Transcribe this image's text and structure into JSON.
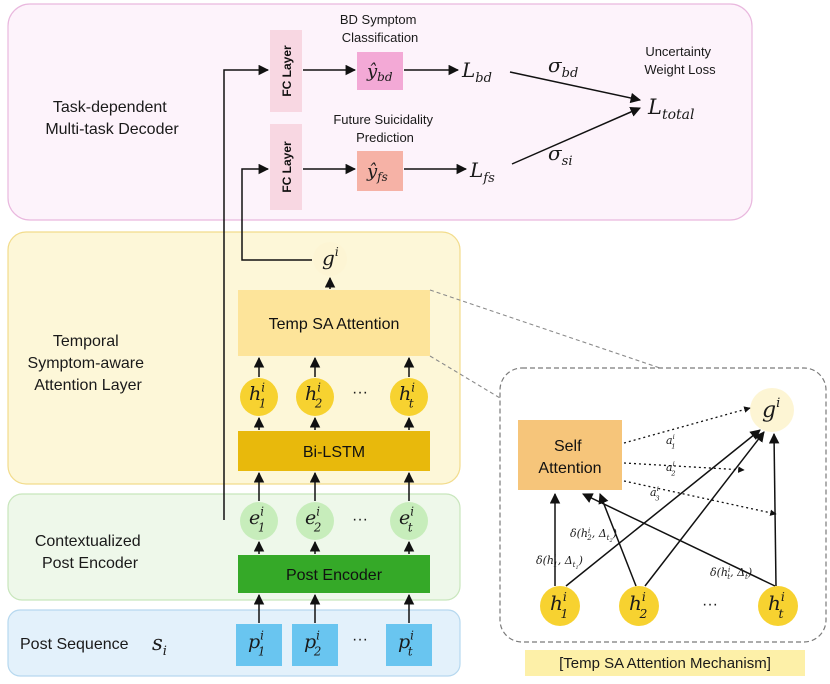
{
  "regions": {
    "decoder": "Task-dependent\nMulti-task Decoder",
    "attention": "Temporal\nSymptom-aware\nAttention Layer",
    "encoder": "Contextualized\nPost Encoder",
    "sequence": "Post Sequence",
    "sequence_symbol": "s",
    "sequence_sub": "i"
  },
  "decoder": {
    "fc_layer": "FC Layer",
    "bd_title": "BD Symptom\nClassification",
    "fs_title": "Future Suicidality\nPrediction",
    "uncertainty_title": "Uncertainty\nWeight Loss",
    "y_bd": "ŷ",
    "y_bd_sub": "bd",
    "y_fs": "ŷ",
    "y_fs_sub": "fs",
    "loss_bd": "L",
    "loss_bd_sub": "bd",
    "loss_fs": "L",
    "loss_fs_sub": "fs",
    "loss_total": "L",
    "loss_total_sub": "total",
    "sigma_bd": "σ",
    "sigma_bd_sub": "bd",
    "sigma_si": "σ",
    "sigma_si_sub": "si"
  },
  "attention_layer": {
    "g": "g",
    "g_sup": "i",
    "temp_sa": "Temp SA Attention",
    "bilstm": "Bi-LSTM",
    "h_nodes": [
      {
        "base": "h",
        "sub": "1",
        "sup": "i"
      },
      {
        "base": "h",
        "sub": "2",
        "sup": "i"
      },
      {
        "base": "h",
        "sub": "t",
        "sup": "i"
      }
    ],
    "ellipsis": "···"
  },
  "encoder_layer": {
    "post_encoder": "Post Encoder",
    "e_nodes": [
      {
        "base": "e",
        "sub": "1",
        "sup": "i"
      },
      {
        "base": "e",
        "sub": "2",
        "sup": "i"
      },
      {
        "base": "e",
        "sub": "t",
        "sup": "i"
      }
    ],
    "ellipsis": "···"
  },
  "sequence_layer": {
    "p_nodes": [
      {
        "base": "p",
        "sub": "1",
        "sup": "i"
      },
      {
        "base": "p",
        "sub": "2",
        "sup": "i"
      },
      {
        "base": "p",
        "sub": "t",
        "sup": "i"
      }
    ],
    "ellipsis": "···"
  },
  "mechanism": {
    "self_attention": "Self\nAttention",
    "g": "g",
    "g_sup": "i",
    "weights": [
      {
        "base": "a",
        "sub": "1",
        "sup": "i"
      },
      {
        "base": "a",
        "sub": "2",
        "sup": "i"
      },
      {
        "base": "a",
        "sub": "3",
        "sup": "i"
      }
    ],
    "deltas": [
      {
        "text": "δ(h",
        "sub": "1",
        "sup": "i",
        "mid": ", Δ",
        "dsub": "t",
        "dsub2": "1",
        "close": ")"
      },
      {
        "text": "δ(h",
        "sub": "2",
        "sup": "i",
        "mid": ", Δ",
        "dsub": "t",
        "dsub2": "2",
        "close": ")"
      },
      {
        "text": "δ(h",
        "sub": "t",
        "sup": "i",
        "mid": ", Δ",
        "dsub": "t",
        "dsub2": "",
        "close": ")"
      }
    ],
    "h_nodes": [
      {
        "base": "h",
        "sub": "1",
        "sup": "i"
      },
      {
        "base": "h",
        "sub": "2",
        "sup": "i"
      },
      {
        "base": "h",
        "sub": "t",
        "sup": "i"
      }
    ],
    "ellipsis": "···",
    "caption": "[Temp SA Attention Mechanism]"
  },
  "colors": {
    "decoder_bg": "#fdf3fb",
    "decoder_border": "#e9b8de",
    "attention_bg": "#fdf7d8",
    "attention_border": "#f2dc8c",
    "encoder_bg": "#eef8ea",
    "encoder_border": "#c8e6bc",
    "sequence_bg": "#e3f1fb",
    "sequence_border": "#b6d8ef",
    "fc": "#f8d7e2",
    "y_bd": "#f3a9d6",
    "y_fs": "#f6b2a6",
    "temp_sa": "#fde49a",
    "bilstm": "#e8b90c",
    "h_node": "#f7d230",
    "e_node": "#c7edbb",
    "post_encoder": "#35a928",
    "p_node": "#69c5f0",
    "self_attn": "#f6c57a",
    "g_node": "#fdf5d4",
    "caption_bg": "#fdf0a8"
  }
}
